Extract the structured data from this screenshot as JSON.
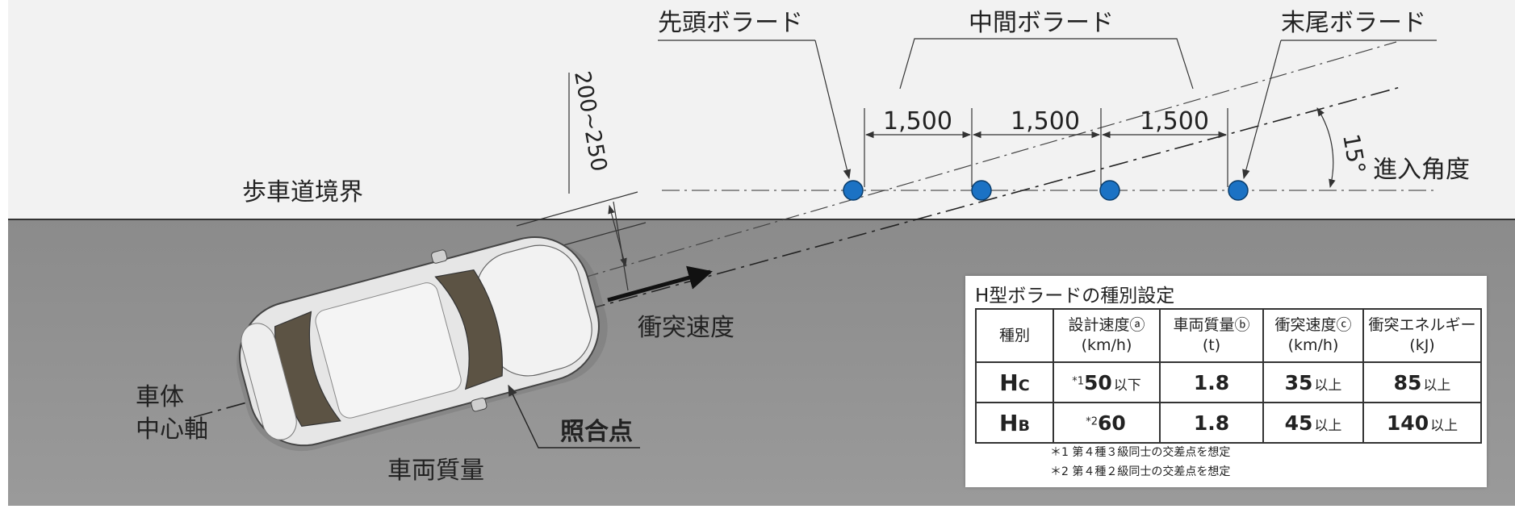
{
  "diagram": {
    "labels": {
      "lead_bollard": "先頭ボラード",
      "middle_bollard": "中間ボラード",
      "tail_bollard": "末尾ボラード",
      "spacing": [
        "1,500",
        "1,500",
        "1,500"
      ],
      "offset": "200~250",
      "angle": "15°",
      "entry_angle": "進入角度",
      "sidewalk_boundary": "歩車道境界",
      "impact_speed": "衝突速度",
      "body_axis_line1": "車体",
      "body_axis_line2": "中心軸",
      "reference_point": "照合点",
      "vehicle_mass": "車両質量"
    },
    "colors": {
      "sidewalk": "#f2f2f2",
      "road": "#8f8f8f",
      "bollard": "#1b72c4",
      "line": "#333333"
    }
  },
  "spec_table": {
    "title": "H型ボラードの種別設定",
    "headers": [
      {
        "label": "種別",
        "unit": ""
      },
      {
        "label": "設計速度ⓐ",
        "unit": "(km/h)"
      },
      {
        "label": "車両質量ⓑ",
        "unit": "(t)"
      },
      {
        "label": "衝突速度ⓒ",
        "unit": "(km/h)"
      },
      {
        "label": "衝突エネルギー",
        "unit": "(kJ)"
      }
    ],
    "rows": [
      {
        "type_main": "H",
        "type_sub": "C",
        "design_mark": "*1",
        "design_speed": "50",
        "design_suffix": "以下",
        "mass": "1.8",
        "impact_speed": "35",
        "impact_suffix": "以上",
        "energy": "85",
        "energy_suffix": "以上"
      },
      {
        "type_main": "H",
        "type_sub": "B",
        "design_mark": "*2",
        "design_speed": "60",
        "design_suffix": "",
        "mass": "1.8",
        "impact_speed": "45",
        "impact_suffix": "以上",
        "energy": "140",
        "energy_suffix": "以上"
      }
    ],
    "notes": [
      "＊1 第４種３級同士の交差点を想定",
      "＊2 第４種２級同士の交差点を想定"
    ]
  }
}
